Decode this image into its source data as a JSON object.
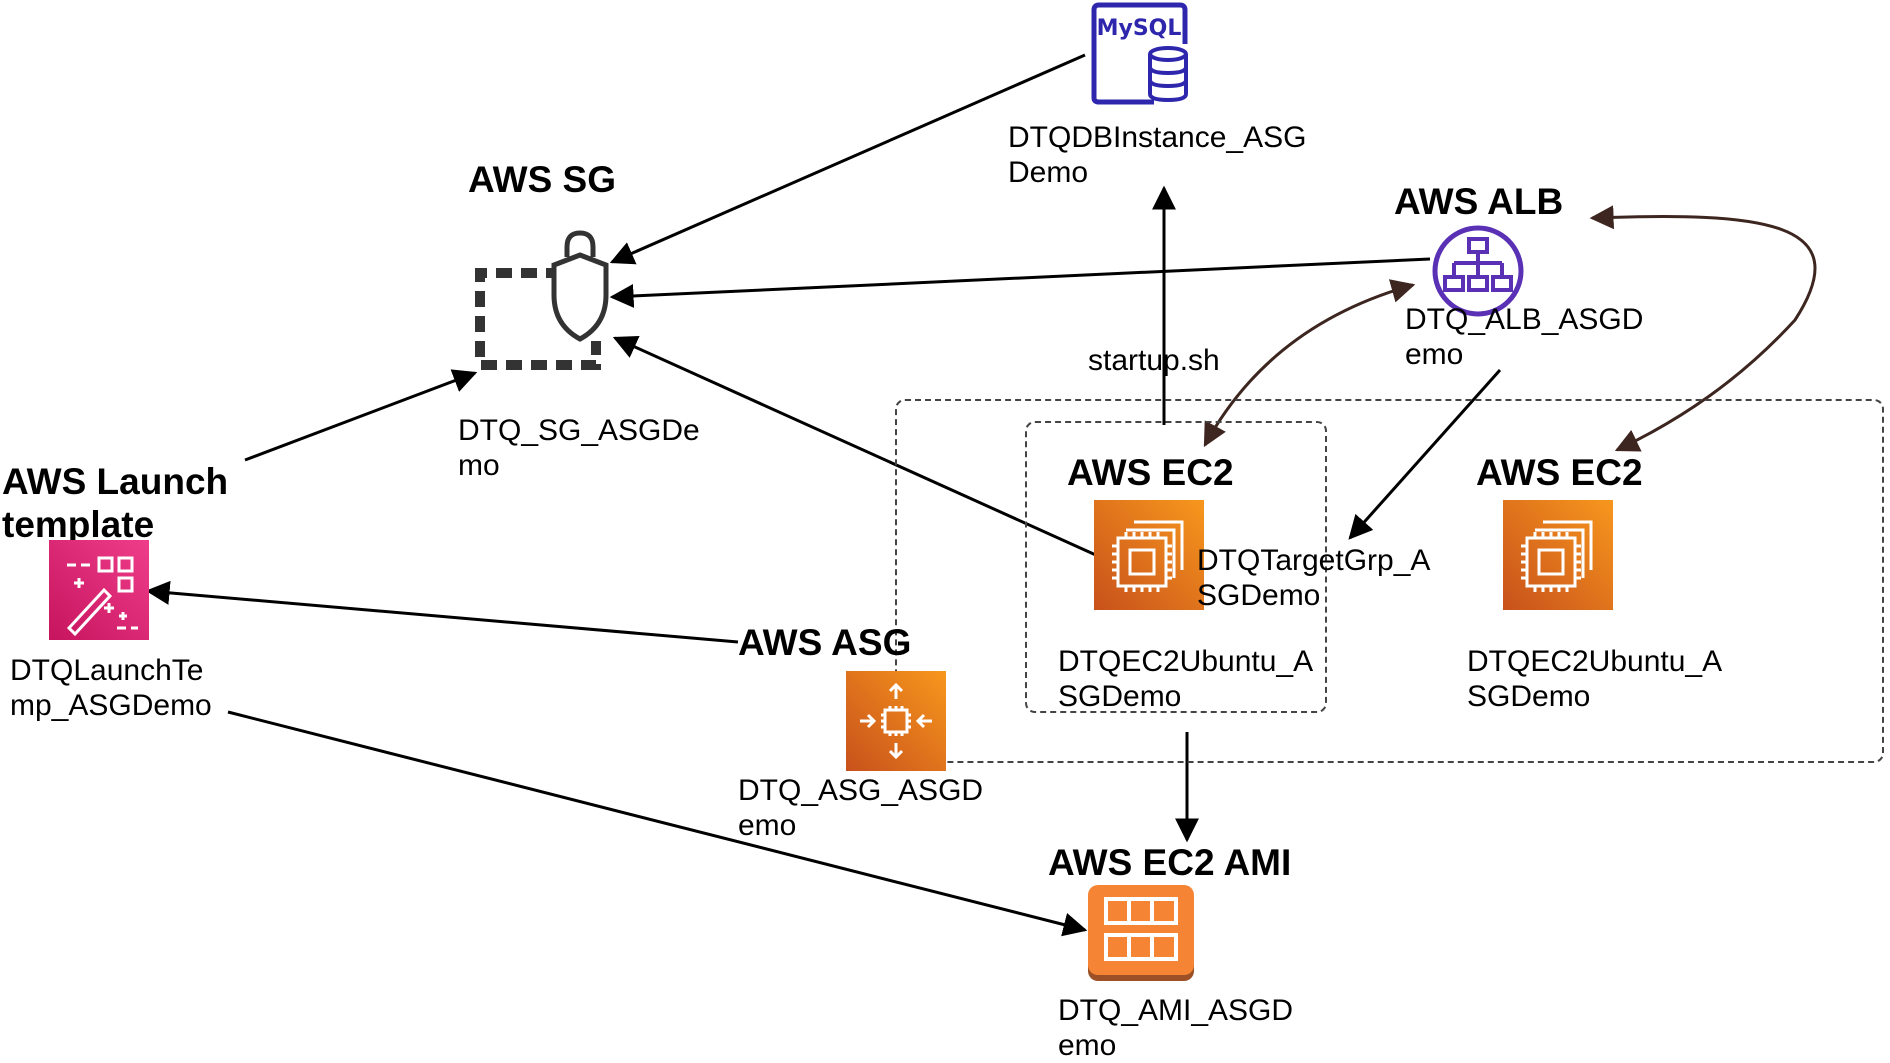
{
  "diagram": {
    "nodes": {
      "mysql": {
        "label": "DTQDBInstance_ASG\nDemo",
        "icon": "mysql-database-icon",
        "icon_text": "MySQL",
        "color": "#2e27ad"
      },
      "sg": {
        "title": "AWS SG",
        "label": "DTQ_SG_ASGDe\nmo",
        "icon": "security-group-shield-icon",
        "color": "#333333"
      },
      "alb": {
        "title": "AWS ALB",
        "label": "DTQ_ALB_ASGD\nemo",
        "icon": "load-balancer-icon",
        "color": "#5a30b5"
      },
      "launch": {
        "title": "AWS Launch\ntemplate",
        "label": "DTQLaunchTe\nmp_ASGDemo",
        "icon": "launch-template-icon",
        "color": "#e7157b"
      },
      "ec2a": {
        "title": "AWS EC2",
        "label": "DTQEC2Ubuntu_A\nSGDemo",
        "icon": "ec2-chip-icon",
        "color": "#e8701a"
      },
      "ec2b": {
        "title": "AWS EC2",
        "label": "DTQEC2Ubuntu_A\nSGDemo",
        "icon": "ec2-chip-icon",
        "color": "#e8701a"
      },
      "asg": {
        "title": "AWS ASG",
        "label": "DTQ_ASG_ASGD\nemo",
        "icon": "auto-scaling-icon",
        "color": "#e8701a"
      },
      "ami": {
        "title": "AWS EC2 AMI",
        "label": "DTQ_AMI_ASGD\nemo",
        "icon": "ami-grid-icon",
        "color": "#f58534"
      }
    },
    "edge_labels": {
      "startup": "startup.sh",
      "target_group": "DTQTargetGrp_A\nSGDemo"
    }
  }
}
